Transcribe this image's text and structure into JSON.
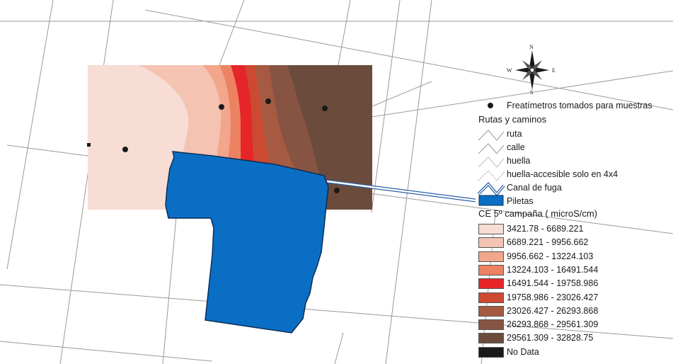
{
  "map": {
    "compass": {
      "n": "N",
      "s": "S",
      "e": "E",
      "w": "W"
    },
    "ce_colors": [
      "#f7ddd3",
      "#f4c3b2",
      "#f2a68c",
      "#ec8262",
      "#e62528",
      "#cc4a31",
      "#a65a42",
      "#875444",
      "#6b4c3c",
      "#1a1a1a"
    ],
    "pileta_color": "#0a6fc4",
    "canal_color": "#2a5ea8"
  },
  "legend": {
    "points_label": "Freatímetros tomados para muestras",
    "rutas_title": "Rutas y caminos",
    "ruta": "ruta",
    "calle": "calle",
    "huella": "huella",
    "huella_4x4": "huella-accesible solo en 4x4",
    "canal": "Canal de fuga",
    "piletas": "Piletas",
    "ce_title": "CE 5º campaña  ( microS/cm)",
    "classes": [
      {
        "label": "3421.78 - 6689.221",
        "color": "#f7ddd3"
      },
      {
        "label": "6689.221 - 9956.662",
        "color": "#f4c3b2"
      },
      {
        "label": "9956.662 - 13224.103",
        "color": "#f2a68c"
      },
      {
        "label": "13224.103 - 16491.544",
        "color": "#ec8262"
      },
      {
        "label": "16491.544 - 19758.986",
        "color": "#e62528"
      },
      {
        "label": "19758.986 - 23026.427",
        "color": "#cc4a31"
      },
      {
        "label": "23026.427 - 26293.868",
        "color": "#a65a42"
      },
      {
        "label": "26293.868 - 29561.309",
        "color": "#875444"
      },
      {
        "label": "29561.309 - 32828.75",
        "color": "#6b4c3c"
      },
      {
        "label": "No Data",
        "color": "#1a1a1a"
      }
    ]
  }
}
